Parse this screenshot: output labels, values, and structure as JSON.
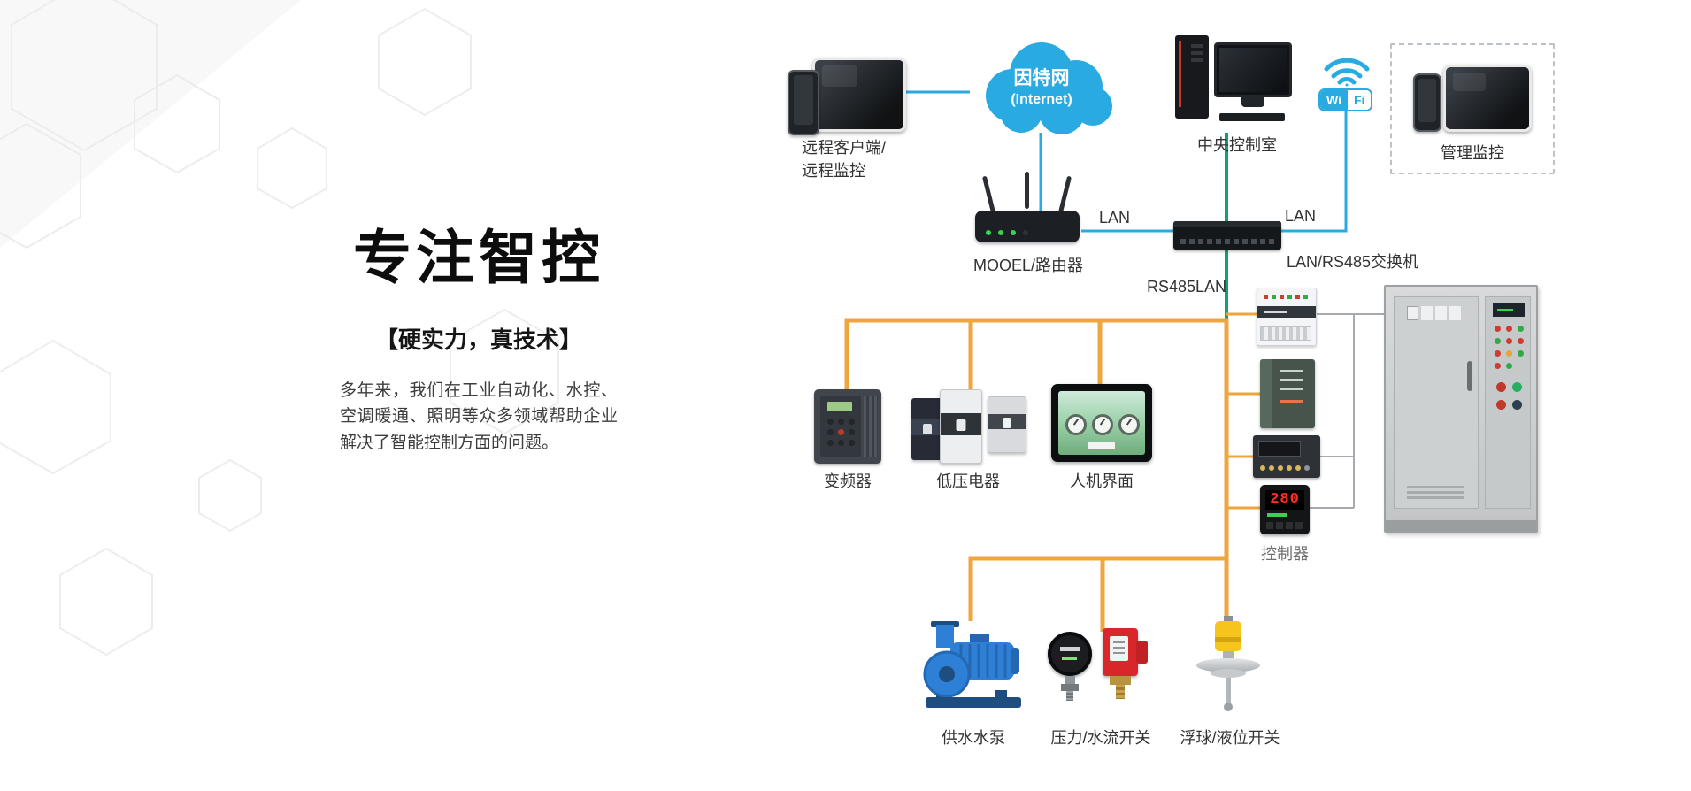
{
  "left_panel": {
    "title": "专注智控",
    "subtitle": "【硬实力，真技术】",
    "paragraph": "多年来，我们在工业自动化、水控、空调暖通、照明等众多领域帮助企业解决了智能控制方面的问题。"
  },
  "diagram": {
    "remote_client": {
      "line1": "远程客户端/",
      "line2": "远程监控"
    },
    "internet": {
      "line1": "因特网",
      "line2": "(Internet)"
    },
    "central_control_room": {
      "label": "中央控制室"
    },
    "wifi": {
      "wi": "Wi",
      "fi": "Fi"
    },
    "management_monitor": {
      "label": "管理监控"
    },
    "router": {
      "label": "MOOEL/路由器"
    },
    "switch": {
      "label": "LAN/RS485交换机"
    },
    "lan_left": {
      "label": "LAN"
    },
    "lan_right": {
      "label": "LAN"
    },
    "rs485": {
      "label": "RS485LAN"
    },
    "vfd": {
      "label": "变频器"
    },
    "low_voltage": {
      "label": "低压电器"
    },
    "hmi": {
      "label": "人机界面"
    },
    "controller": {
      "label": "控制器",
      "display": "280"
    },
    "pump": {
      "label": "供水水泵"
    },
    "pressure_flow_switch": {
      "label": "压力/水流开关"
    },
    "float_level_switch": {
      "label": "浮球/液位开关"
    }
  },
  "colors": {
    "line_blue": "#29abe2",
    "line_green": "#12a171",
    "line_orange": "#efa63c"
  }
}
